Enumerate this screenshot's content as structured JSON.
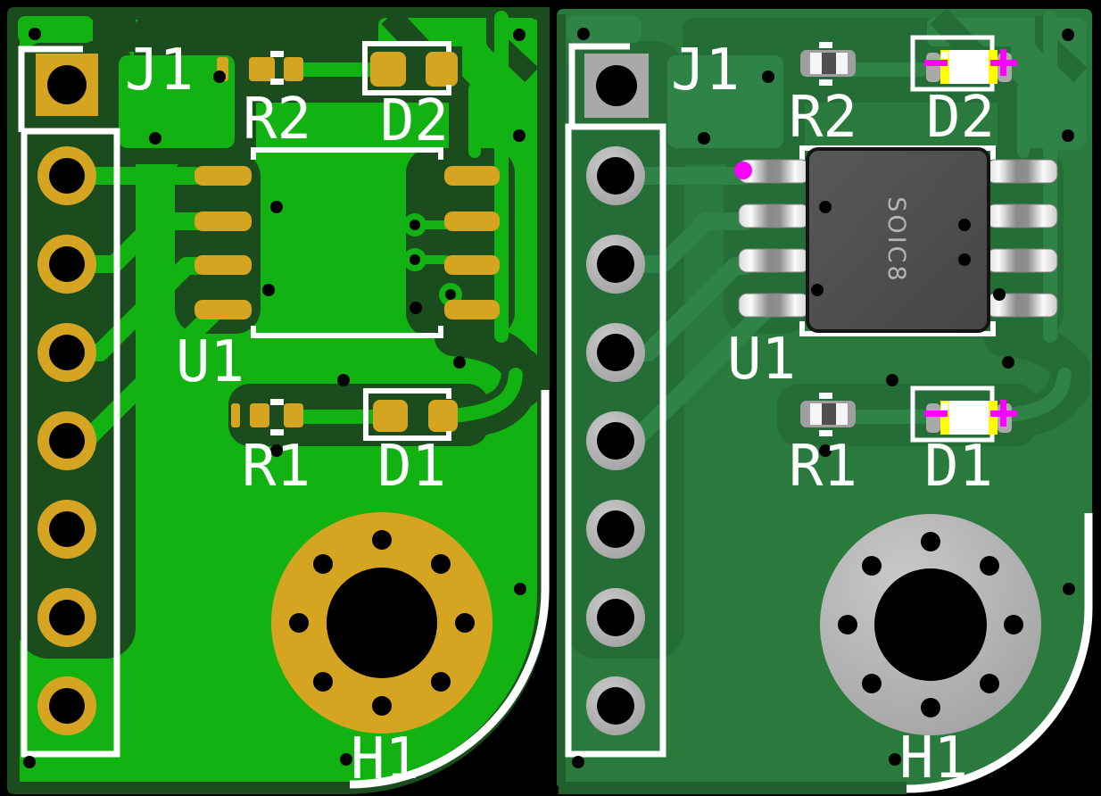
{
  "boards": {
    "left": {
      "view": "pcb-layout-view",
      "labels": {
        "j1": "J1",
        "r2": "R2",
        "d2": "D2",
        "u1": "U1",
        "r1": "R1",
        "d1": "D1",
        "h1": "H1"
      }
    },
    "right": {
      "view": "pcb-3d-render-view",
      "chip_marking": "SOIC8",
      "labels": {
        "j1": "J1",
        "r2": "R2",
        "d2": "D2",
        "u1": "U1",
        "r1": "R1",
        "d1": "D1",
        "h1": "H1"
      }
    }
  },
  "palette": {
    "layout_copper_zone": "#12b212",
    "layout_board_dark": "#1a4c1d",
    "layout_pad_gold": "#d5a521",
    "render_soldermask": "#2b7a3d",
    "render_pad_silver": "#a9a9a9",
    "silkscreen": "#ffffff",
    "led_polarity_magenta": "#ff00ff",
    "led_dielectric_yellow": "#ffff00",
    "chip_body": "#4d4d4d",
    "drill_holes": "#000000"
  }
}
